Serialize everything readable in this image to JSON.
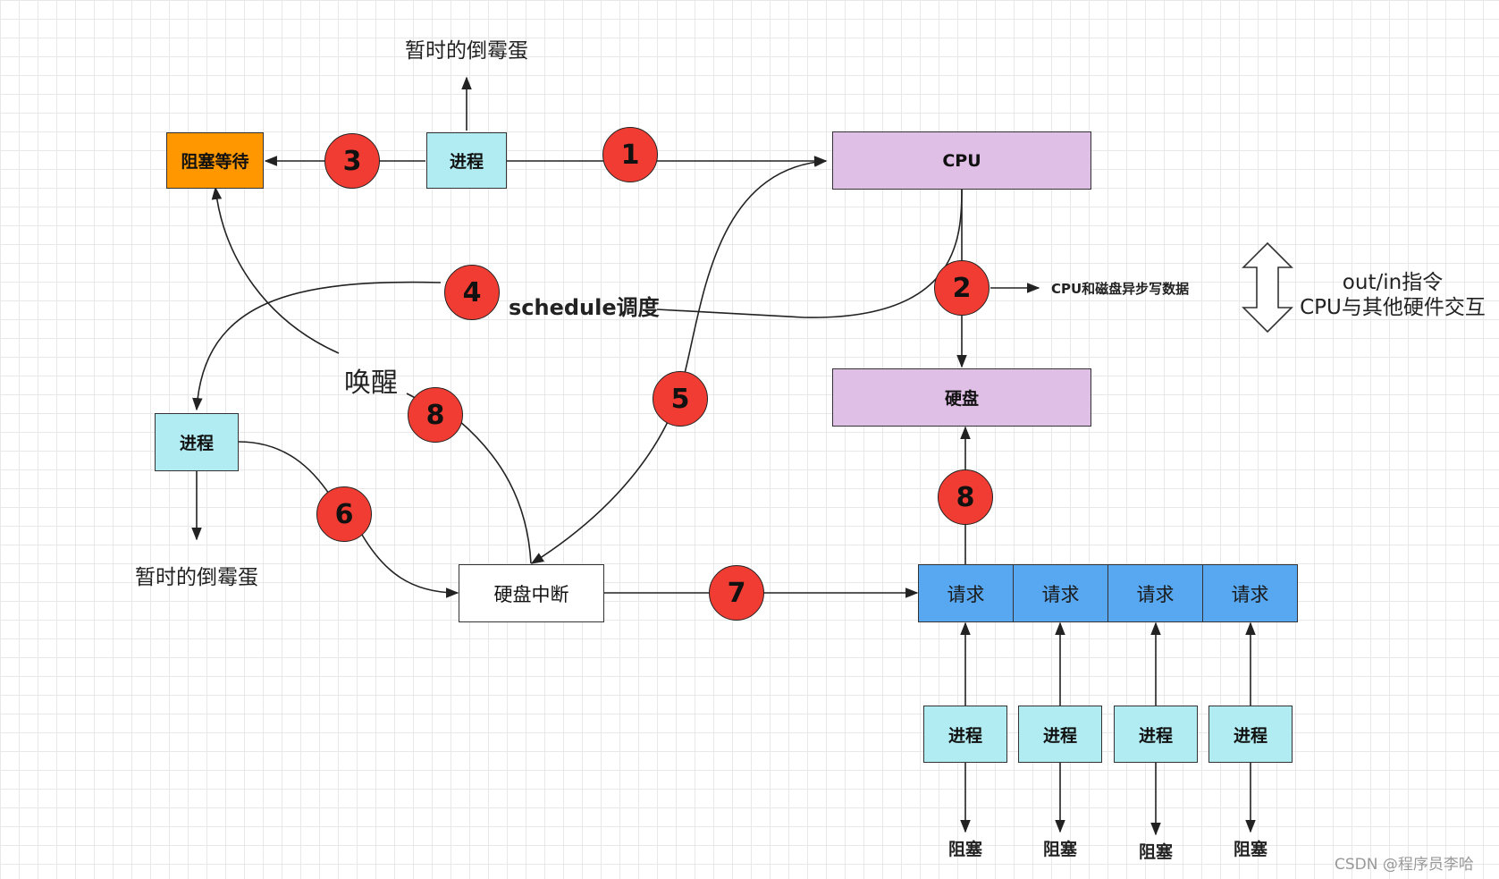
{
  "labels": {
    "top_temp": "暂时的倒霉蛋",
    "left_temp": "暂时的倒霉蛋",
    "schedule": "schedule调度",
    "wake": "唤醒",
    "cpu_disk_async": "CPU和磁盘异步写数据",
    "outin_line1": "out/in指令",
    "outin_line2": "CPU与其他硬件交互",
    "watermark": "CSDN @程序员李哈"
  },
  "nodes": {
    "blocked_wait": "阻塞等待",
    "process_top": "进程",
    "cpu": "CPU",
    "disk": "硬盘",
    "process_left": "进程",
    "disk_interrupt": "硬盘中断",
    "requests": [
      "请求",
      "请求",
      "请求",
      "请求"
    ],
    "bottom_processes": [
      "进程",
      "进程",
      "进程",
      "进程"
    ],
    "blocked": [
      "阻塞",
      "阻塞",
      "阻塞",
      "阻塞"
    ]
  },
  "steps": {
    "s1": "1",
    "s2": "2",
    "s3": "3",
    "s4": "4",
    "s5": "5",
    "s6": "6",
    "s7": "7",
    "s8a": "8",
    "s8b": "8"
  },
  "colors": {
    "process": "#b0ecf2",
    "blocked_wait": "#ff9800",
    "cpu_disk": "#e0bfe6",
    "request": "#57a8f0",
    "badge": "#f03c32"
  }
}
